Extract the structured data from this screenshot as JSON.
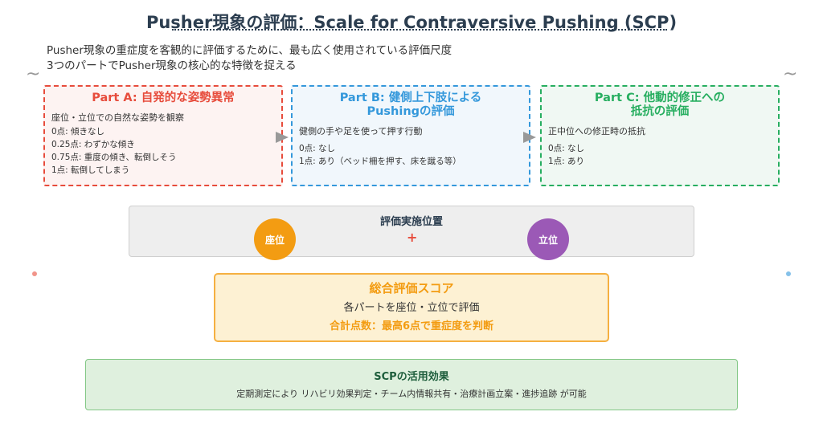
{
  "header": {
    "title": "Pusher現象の評価：Scale for Contraversive Pushing (SCP)",
    "subtitle_line1": "Pusher現象の重症度を客観的に評価するために、最も広く使用されている評価尺度",
    "subtitle_line2": "3つのパートでPusher現象の核心的な特徴を捉える",
    "tilde": "~"
  },
  "parts": [
    {
      "title_line1": "Part A: 自発的な姿勢異常",
      "title_line2": "",
      "description": "座位・立位での自然な姿勢を観察",
      "items": [
        "0点: 傾きなし",
        "0.25点: わずかな傾き",
        "0.75点: 重度の傾き、転倒しそう",
        "1点: 転倒してしまう"
      ]
    },
    {
      "title_line1": "Part B: 健側上下肢による",
      "title_line2": "Pushingの評価",
      "description": "健側の手や足を使って押す行動",
      "items": [
        "0点: なし",
        "1点: あり（ベッド柵を押す、床を蹴る等）"
      ]
    },
    {
      "title_line1": "Part C: 他動的修正への",
      "title_line2": "抵抗の評価",
      "description": "正中位への修正時の抵抗",
      "items": [
        "0点: なし",
        "1点: あり"
      ]
    }
  ],
  "positions": {
    "title": "評価実施位置",
    "plus": "+",
    "sitting": "座位",
    "standing": "立位"
  },
  "score": {
    "title": "総合評価スコア",
    "text": "各パートを座位・立位で評価",
    "highlight": "合計点数：最高6点で重症度を判断"
  },
  "effect": {
    "title": "SCPの活用効果",
    "text": "定期測定により リハビリ効果判定・チーム内情報共有・治療計画立案・進捗追跡 が可能"
  },
  "colors": {
    "part_a": "#e74c3c",
    "part_b": "#3498db",
    "part_c": "#27ae60",
    "sitting": "#f39c12",
    "standing": "#9b59b6",
    "score": "#f39c12",
    "effect": "#82c785"
  }
}
